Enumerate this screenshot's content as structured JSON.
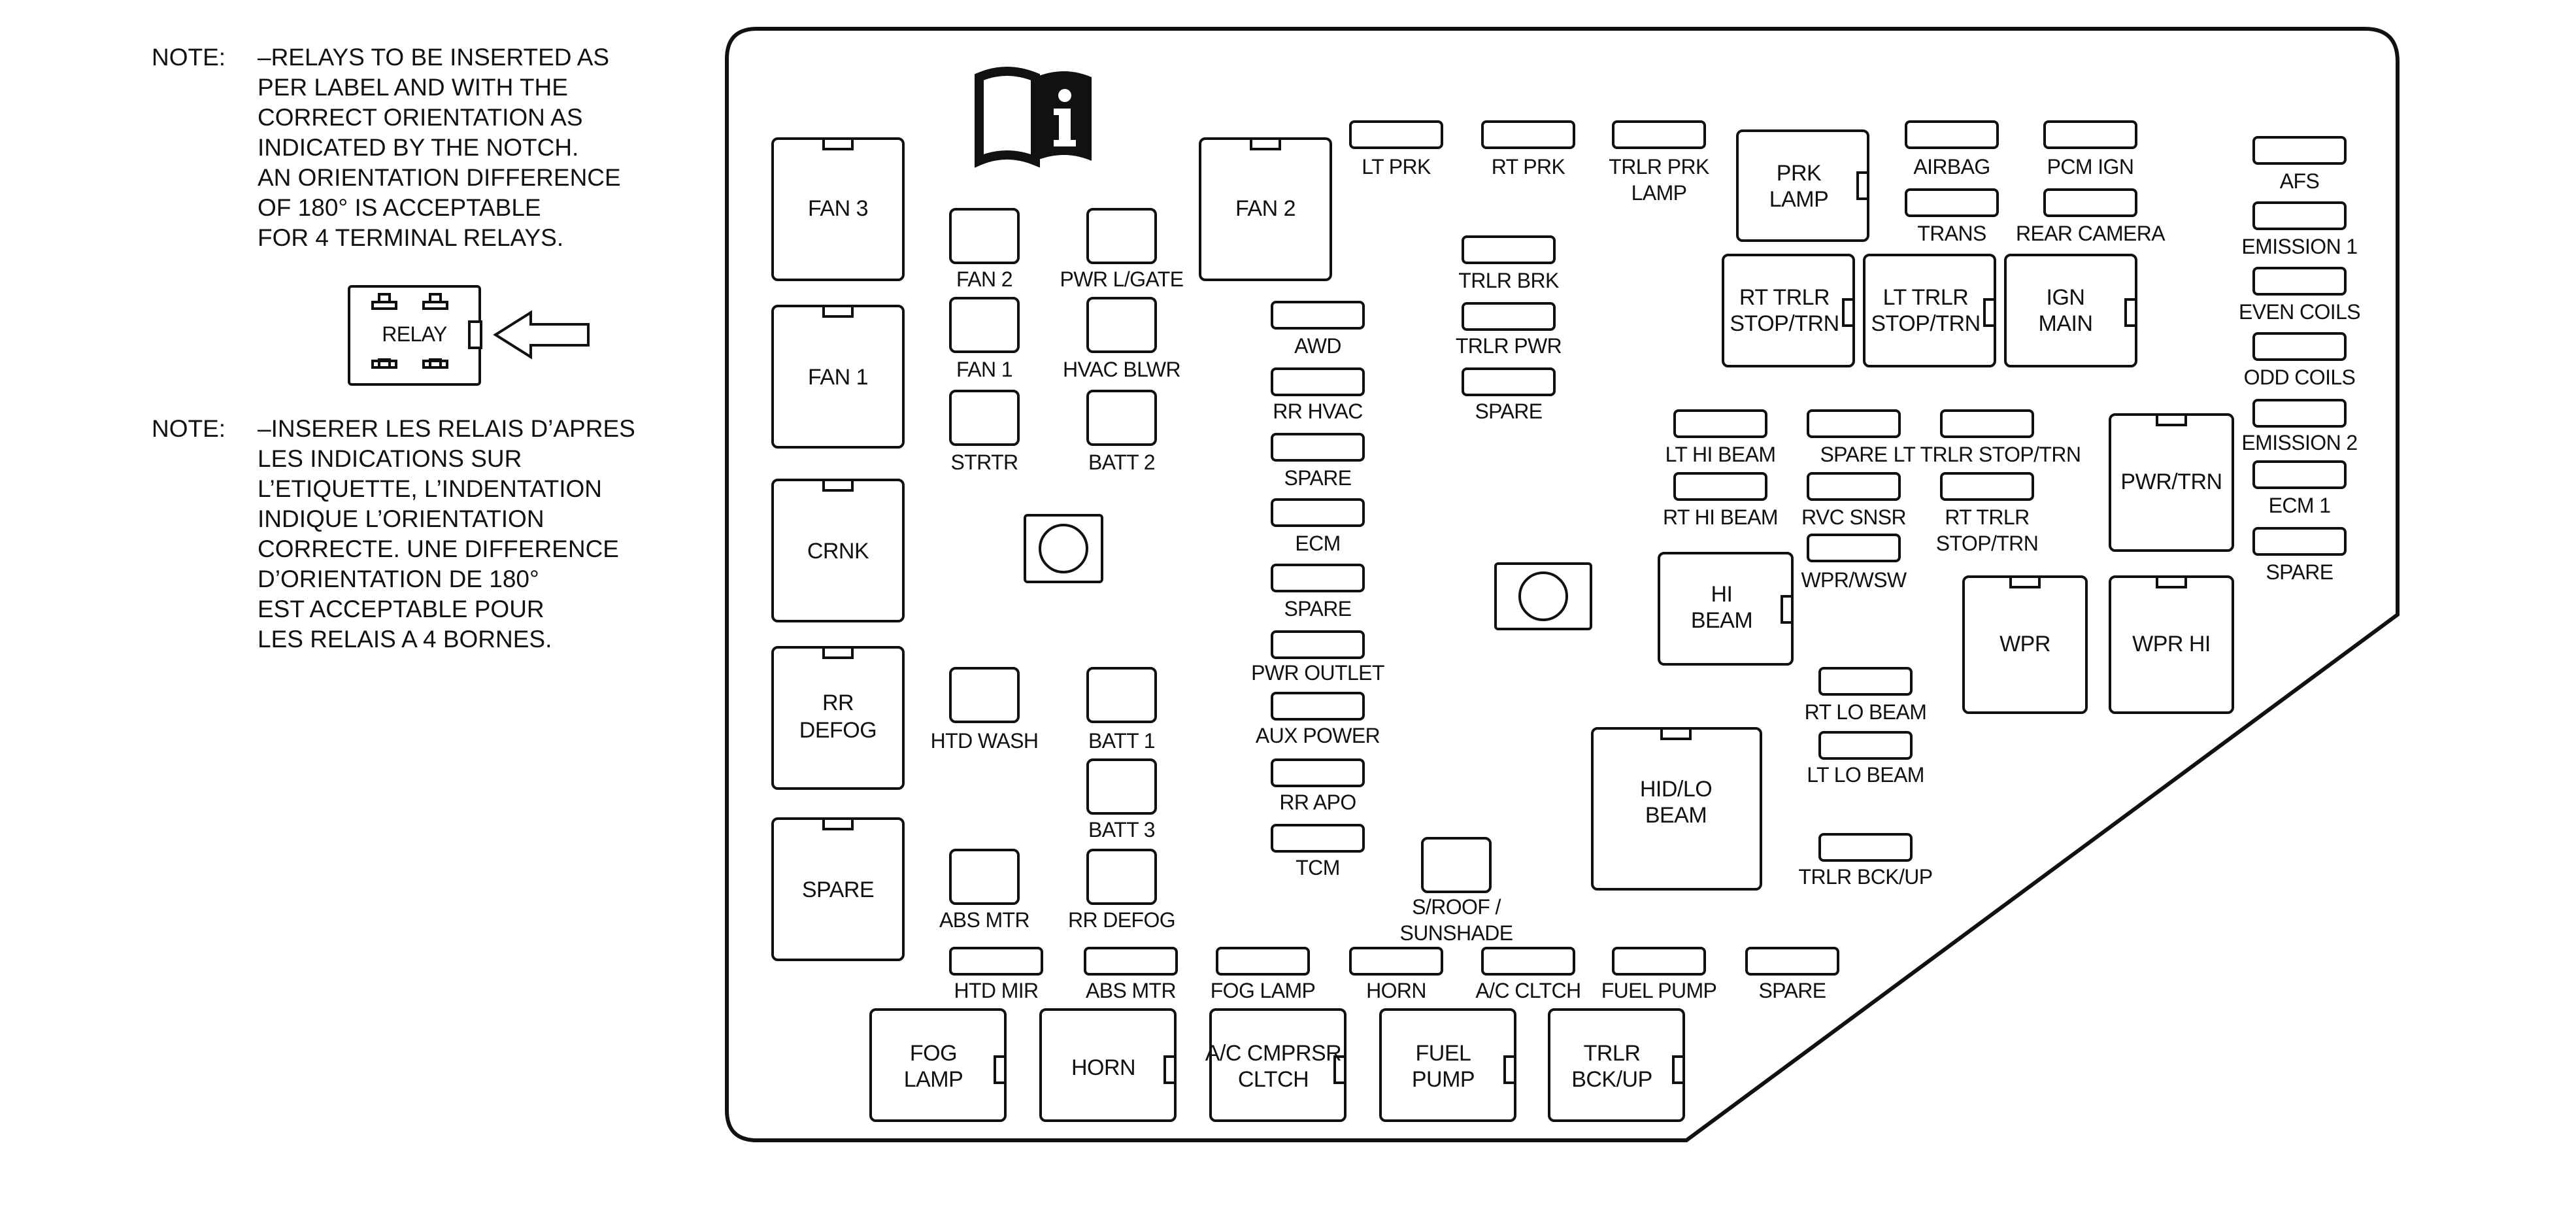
{
  "notes": {
    "english": {
      "label": "NOTE:",
      "lines": [
        "–RELAYS TO BE INSERTED AS",
        "PER LABEL AND WITH THE",
        "CORRECT ORIENTATION AS",
        "INDICATED BY THE NOTCH.",
        "AN ORIENTATION DIFFERENCE",
        "OF 180° IS ACCEPTABLE",
        "FOR 4 TERMINAL RELAYS."
      ]
    },
    "relay_icon_label": "RELAY",
    "french": {
      "label": "NOTE:",
      "lines": [
        "–INSERER LES RELAIS D’APRES",
        "LES INDICATIONS SUR",
        "L’ETIQUETTE, L’INDENTATION",
        "INDIQUE L’ORIENTATION",
        "CORRECTE. UNE DIFFERENCE",
        "D’ORIENTATION DE 180°",
        "EST ACCEPTABLE POUR",
        "LES RELAIS A 4 BORNES."
      ]
    }
  },
  "fuse_box": {
    "large_relays": {
      "fan3": "FAN 3",
      "fan1": "FAN 1",
      "crnk": "CRNK",
      "rr_defog": [
        "RR",
        "DEFOG"
      ],
      "spare": "SPARE",
      "fan2": "FAN 2",
      "hid_lo_beam": [
        "HID/LO",
        "BEAM"
      ],
      "wpr": "WPR",
      "wpr_hi": "WPR HI",
      "pwr_trn": "PWR/TRN"
    },
    "notched_relays": {
      "prk_lamp": [
        "PRK",
        "LAMP"
      ],
      "rt_trlr_stop_trn": [
        "RT TRLR",
        "STOP/TRN"
      ],
      "lt_trlr_stop_trn": [
        "LT TRLR",
        "STOP/TRN"
      ],
      "ign_main": [
        "IGN",
        "MAIN"
      ],
      "hi_beam": [
        "HI",
        "BEAM"
      ],
      "fog_lamp": [
        "FOG",
        "LAMP"
      ],
      "horn": "HORN",
      "ac_cmprsr_cltch": [
        "A/C CMPRSR",
        "CLTCH"
      ],
      "fuel_pump": [
        "FUEL",
        "PUMP"
      ],
      "trlr_bck_up": [
        "TRLR",
        "BCK/UP"
      ]
    },
    "square_fuses": {
      "fan2": "FAN 2",
      "pwr_lgate": "PWR L/GATE",
      "fan1": "FAN 1",
      "hvac_blwr": "HVAC BLWR",
      "strtr": "STRTR",
      "batt2": "BATT 2",
      "htd_wash": "HTD WASH",
      "batt1": "BATT 1",
      "batt3": "BATT 3",
      "abs_mtr": "ABS MTR",
      "rr_defog": "RR DEFOG",
      "sroof_sunshade": [
        "S/ROOF /",
        "SUNSHADE"
      ]
    },
    "mini_fuses": {
      "lt_prk": "LT PRK",
      "rt_prk": "RT PRK",
      "trlr_prk_lamp": [
        "TRLR PRK",
        "LAMP"
      ],
      "airbag": "AIRBAG",
      "pcm_ign": "PCM IGN",
      "trans": "TRANS",
      "rear_camera": "REAR CAMERA",
      "afs": "AFS",
      "emission1": "EMISSION 1",
      "even_coils": "EVEN COILS",
      "odd_coils": "ODD COILS",
      "emission2": "EMISSION 2",
      "ecm1": "ECM 1",
      "spare_right": "SPARE",
      "trlr_brk": "TRLR BRK",
      "trlr_pwr": "TRLR PWR",
      "spare_center": "SPARE",
      "awd": "AWD",
      "rr_hvac": "RR HVAC",
      "spare_col1": "SPARE",
      "ecm": "ECM",
      "spare_col2": "SPARE",
      "pwr_outlet": "PWR OUTLET",
      "aux_power": "AUX POWER",
      "rr_apo": "RR APO",
      "tcm": "TCM",
      "lt_hi_beam": "LT HI BEAM",
      "rt_hi_beam": "RT HI BEAM",
      "spare_mid": "SPARE",
      "rvc_snsr": "RVC SNSR",
      "wpr_wsw": "WPR/WSW",
      "lt_trlr_stop_trn": "LT TRLR STOP/TRN",
      "rt_trlr_stop_trn": [
        "RT TRLR",
        "STOP/TRN"
      ],
      "rt_lo_beam": "RT LO BEAM",
      "lt_lo_beam": "LT LO BEAM",
      "trlr_bck_up": "TRLR BCK/UP",
      "htd_mir": "HTD MIR",
      "abs_mtr": "ABS MTR",
      "fog_lamp": "FOG LAMP",
      "horn": "HORN",
      "ac_cltch": "A/C CLTCH",
      "fuel_pump": "FUEL PUMP",
      "spare_bottom": "SPARE"
    }
  }
}
